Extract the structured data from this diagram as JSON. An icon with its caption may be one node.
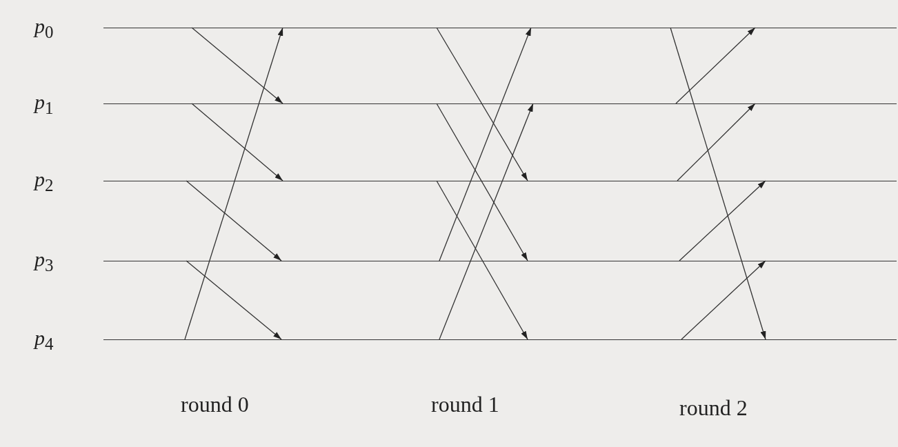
{
  "diagram": {
    "nodes": [
      {
        "text": [
          "*p*$_{0}$"
        ]
      },
      {
        "text": [
          "*p*$_{1}$"
        ]
      },
      {
        "text": [
          "*p*$_{2}$"
        ]
      },
      {
        "text": [
          "*p*$_{3}$"
        ]
      },
      {
        "text": [
          "*p*$_{4}$"
        ]
      }
    ],
    "edges": [
      {
        "from": 0,
        "to": 1,
        "arrow": "to"
      },
      {
        "from": 1,
        "to": 2,
        "arrow": "to"
      },
      {
        "from": 2,
        "to": 3,
        "arrow": "to"
      },
      {
        "from": 3,
        "to": 4,
        "arrow": "to"
      },
      {
        "from": 4,
        "to": 0,
        "arrow": "to"
      },
      {
        "from": 0,
        "to": 2,
        "arrow": "to"
      },
      {
        "from": 1,
        "to": 3,
        "arrow": "to"
      },
      {
        "from": 2,
        "to": 4,
        "arrow": "to"
      },
      {
        "from": 3,
        "to": 0,
        "arrow": "to"
      },
      {
        "from": 4,
        "to": 1,
        "arrow": "to"
      },
      {
        "from": 0,
        "to": 4,
        "arrow": "to"
      },
      {
        "from": 1,
        "to": 0,
        "arrow": "to"
      },
      {
        "from": 2,
        "to": 1,
        "arrow": "to"
      },
      {
        "from": 3,
        "to": 2,
        "arrow": "to"
      },
      {
        "from": 4,
        "to": 3,
        "arrow": "to"
      }
    ],
    "labels": [
      "round 0",
      "round 1",
      "round 2"
    ]
  }
}
